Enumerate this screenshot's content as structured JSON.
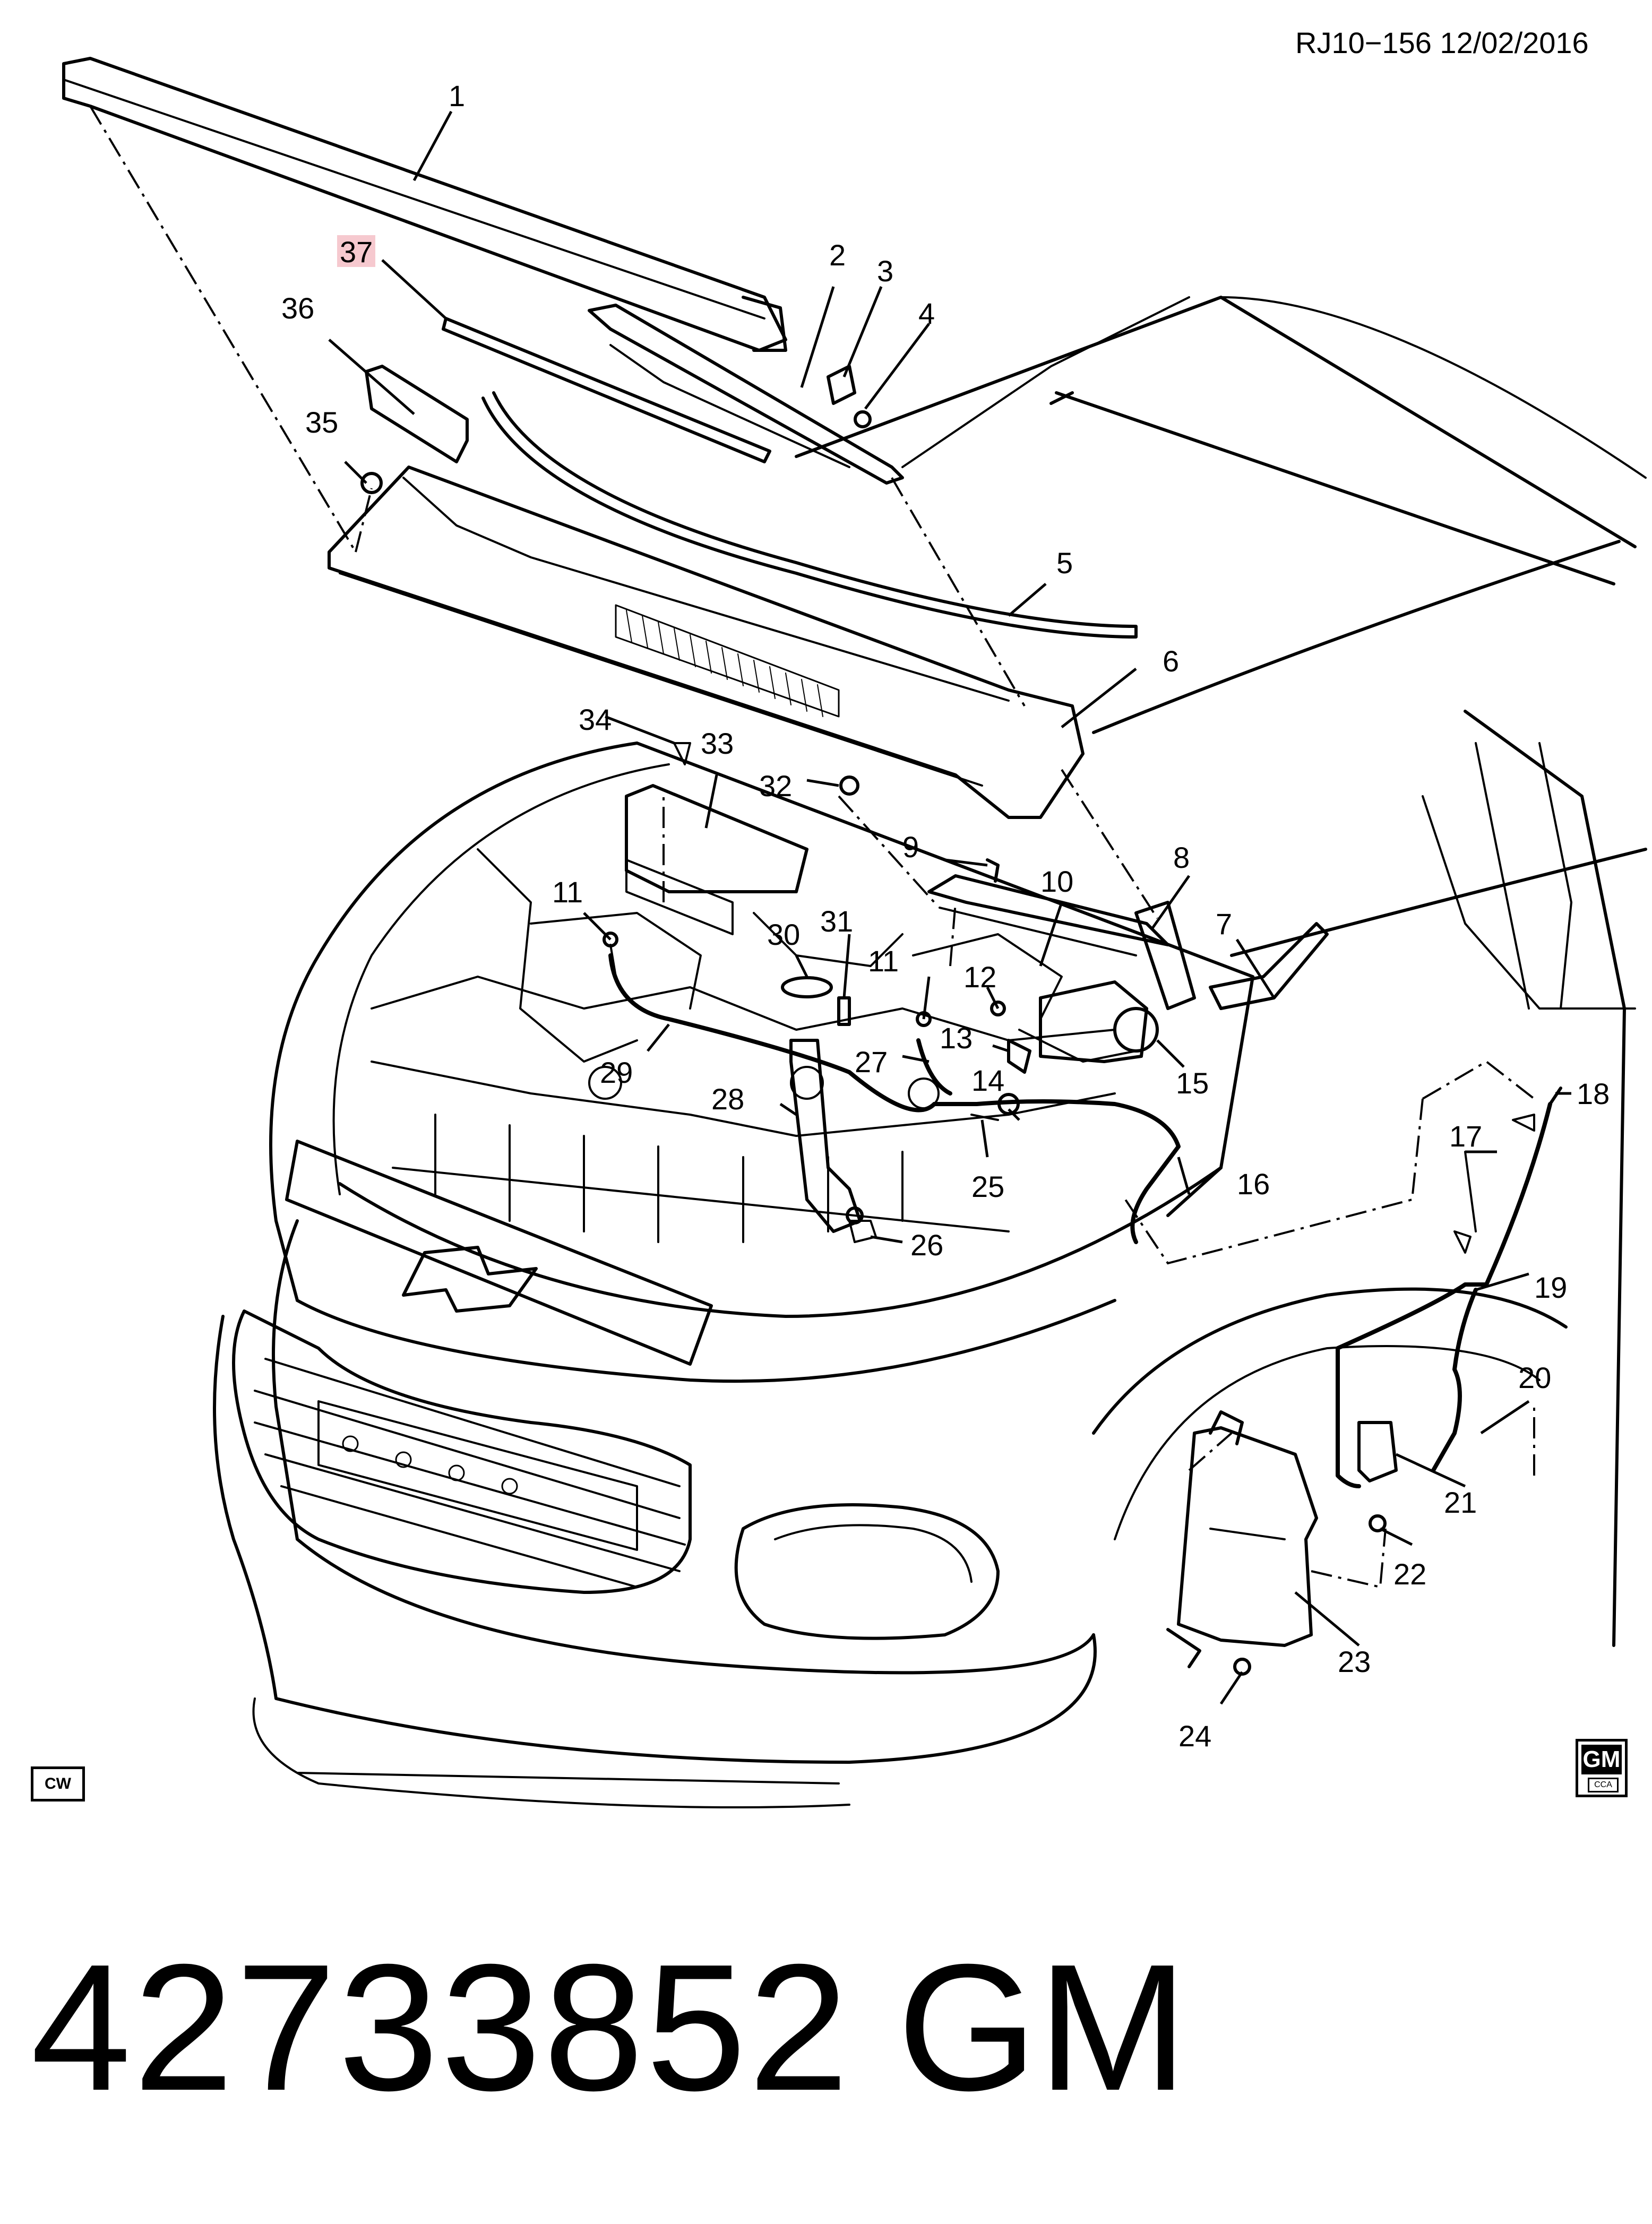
{
  "doc_ref": "RJ10−156  12/02/2016",
  "part_number": "42733852",
  "brand": "GM",
  "cw_badge": "CW",
  "logo": {
    "top": "GM",
    "bottom": "CCA"
  },
  "highlight_color": "#f6c9cf",
  "callouts": [
    "1",
    "2",
    "3",
    "4",
    "5",
    "6",
    "7",
    "8",
    "9",
    "10",
    "11",
    "11",
    "12",
    "13",
    "14",
    "15",
    "16",
    "17",
    "18",
    "19",
    "20",
    "21",
    "22",
    "23",
    "24",
    "25",
    "26",
    "27",
    "28",
    "29",
    "30",
    "31",
    "32",
    "33",
    "34",
    "35",
    "36",
    "37"
  ]
}
